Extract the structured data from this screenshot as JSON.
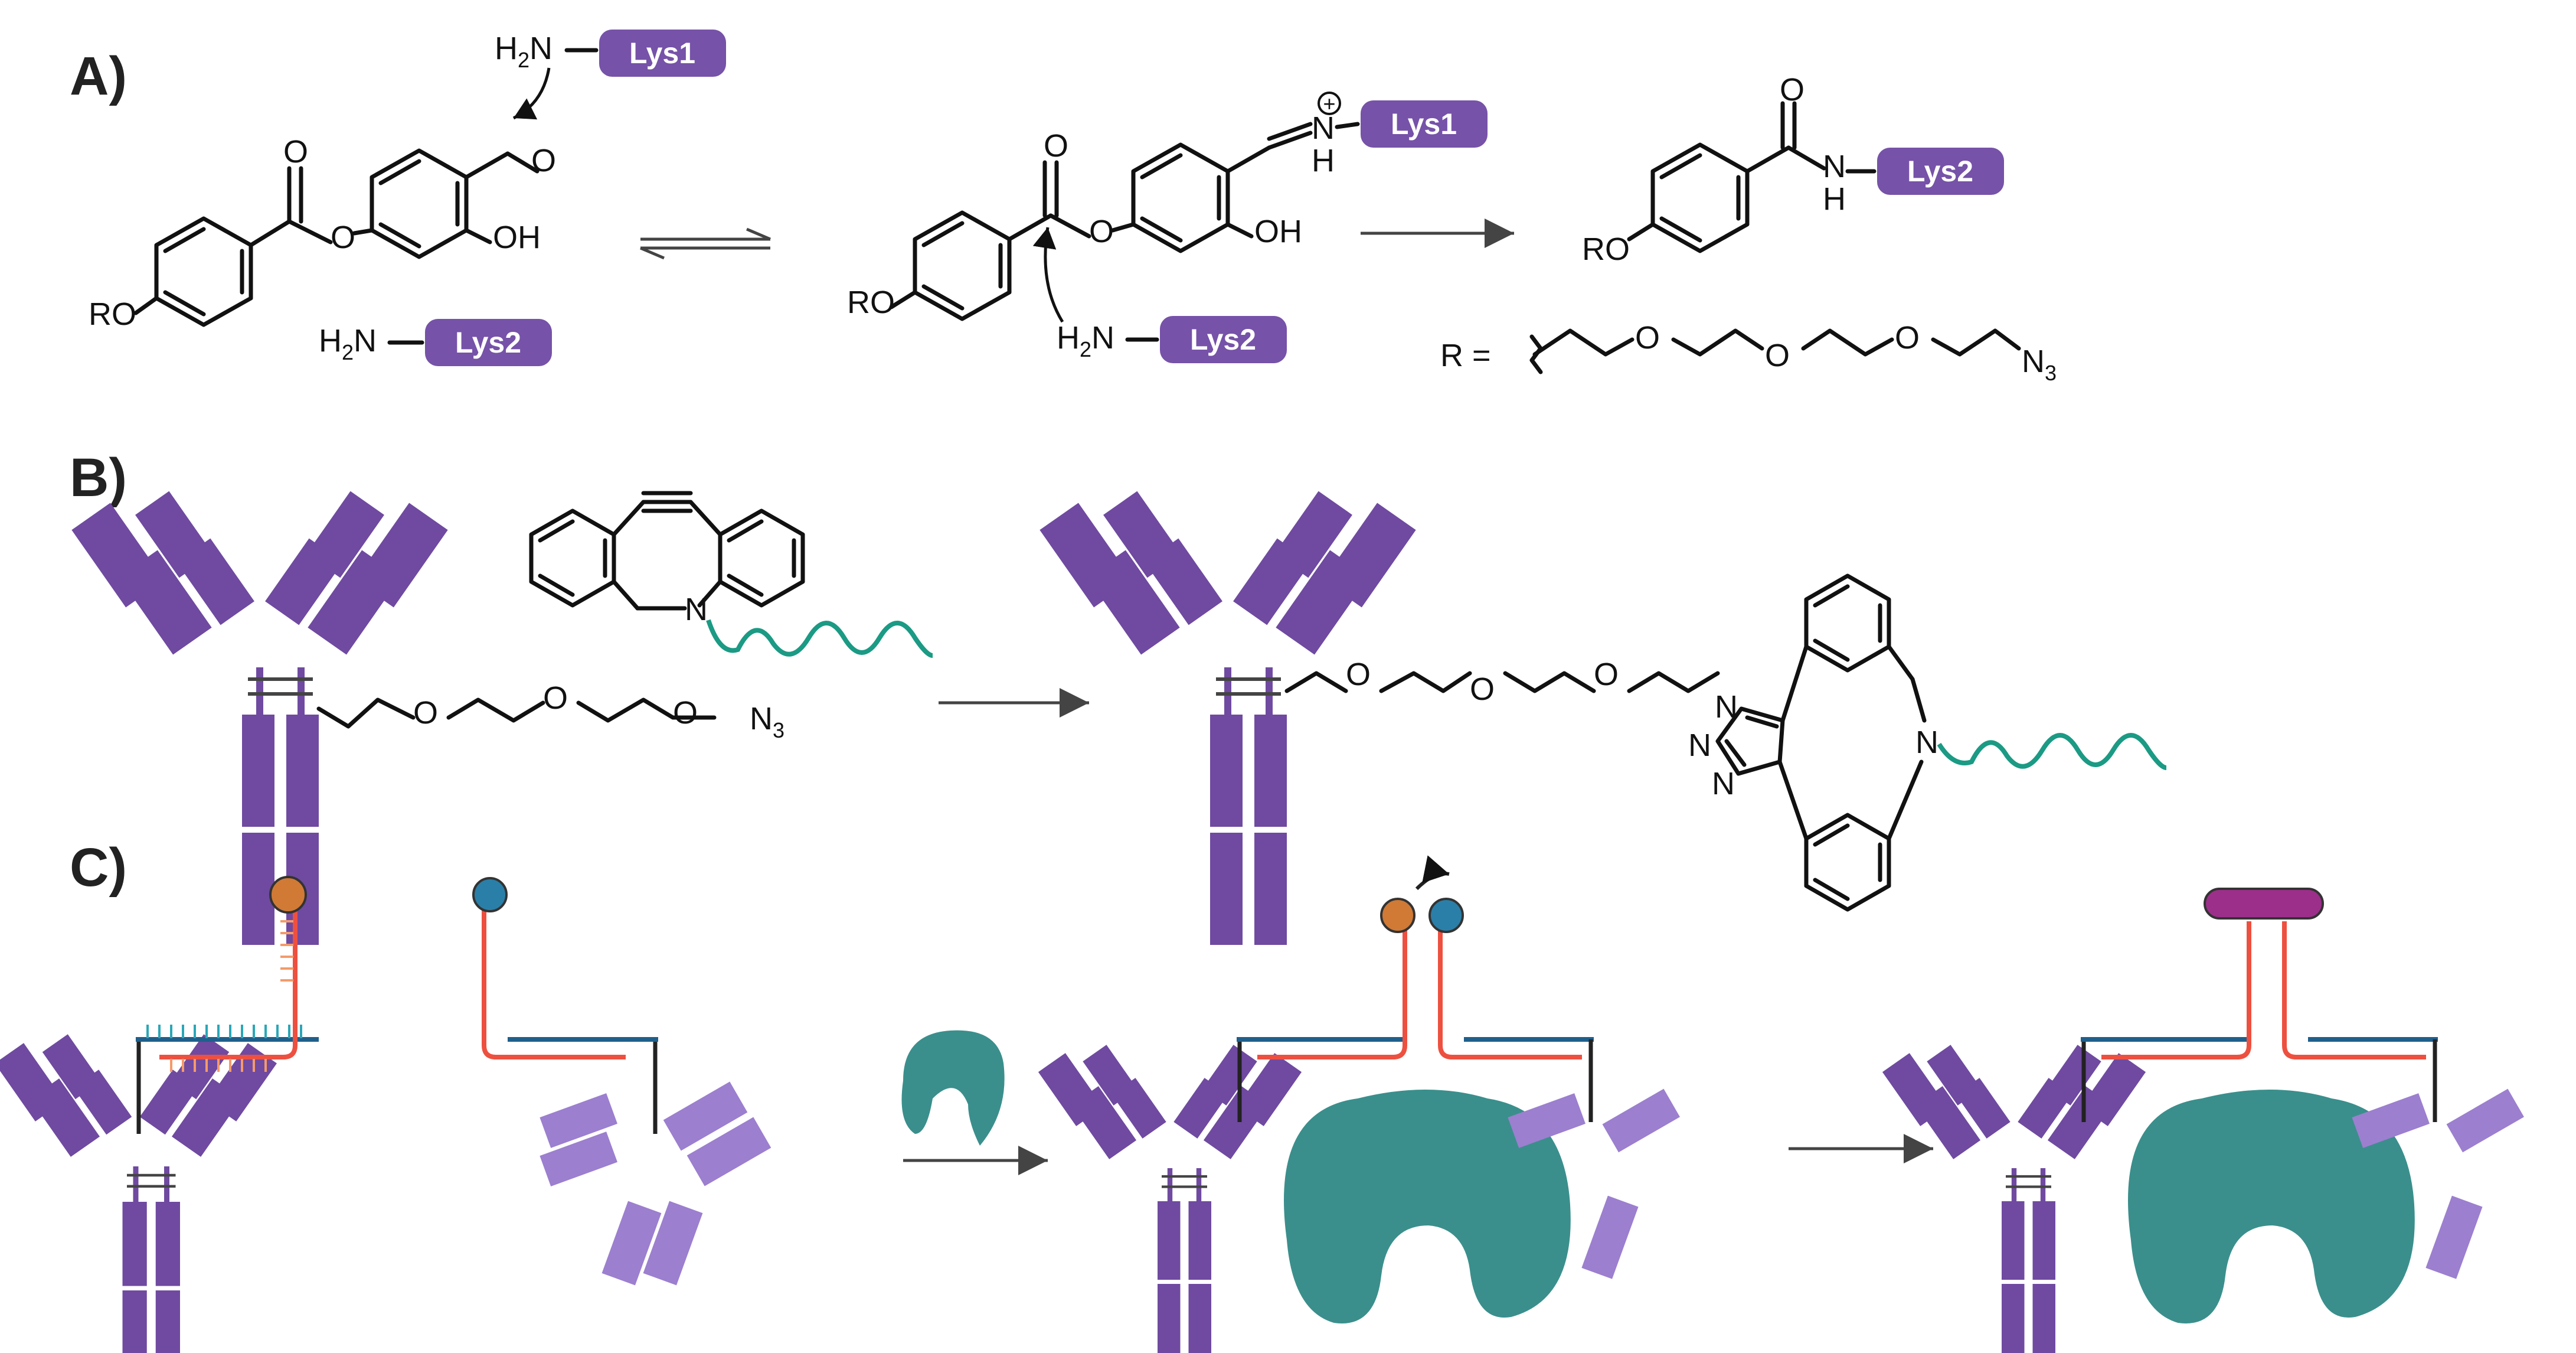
{
  "panels": {
    "a": "A)",
    "b": "B)",
    "c": "C)"
  },
  "labels": {
    "lys1": "Lys1",
    "lys2": "Lys2",
    "h2n": "H",
    "h2n_sub": "2",
    "n": "N",
    "nh": "N",
    "h": "H",
    "oh": "OH",
    "o": "O",
    "ro": "RO",
    "r_eq": "R =",
    "n3": "N",
    "n3_sub": "3",
    "plus": "+"
  },
  "colors": {
    "purple_dark": "#6f4aa0",
    "purple_light": "#9c7fcf",
    "pill": "#7652a8",
    "teal": "#1b9a84",
    "red": "#ee5040",
    "orange": "#f59a6a",
    "cyan": "#2aa7b7",
    "navy": "#1f5f8c",
    "enzyme": "#3a8f8c",
    "bead_orange": "#d07a36",
    "bead_blue": "#2a7fa8",
    "magenta": "#9c2f8a"
  }
}
